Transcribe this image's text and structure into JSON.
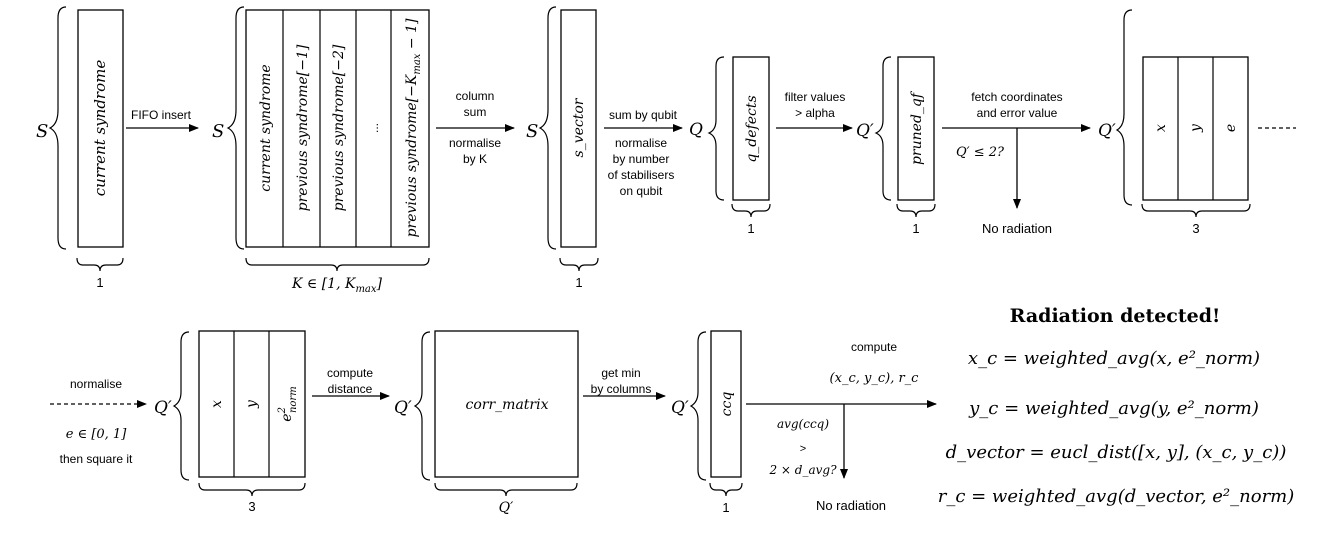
{
  "row1": {
    "s1": {
      "label": "S",
      "column": "current syndrome",
      "count": "1"
    },
    "fifo_insert": "FIFO insert",
    "s2": {
      "label": "S",
      "columns": [
        "current syndrome",
        "previous syndrome[−1]",
        "previous syndrome[−2]",
        "...",
        "previous syndrome[−K",
        "max",
        " − 1]"
      ],
      "count_prefix": "K ∈ [1, K",
      "count_sub": "max",
      "count_suffix": "]"
    },
    "column_sum": [
      "column",
      "sum"
    ],
    "normalise_by_k": [
      "normalise",
      "by K"
    ],
    "s3": {
      "label": "S",
      "column": "s_vector",
      "count": "1"
    },
    "sum_by_qubit": "sum by qubit",
    "normalise_by_stabilisers": [
      "normalise",
      "by number",
      "of stabilisers",
      "on qubit"
    ],
    "q1": {
      "label": "Q",
      "column": "q_defects",
      "count": "1"
    },
    "filter_values": [
      "filter values",
      "> alpha"
    ],
    "q2": {
      "label": "Q′",
      "column": "pruned_qf",
      "count": "1"
    },
    "fetch_coords": [
      "fetch coordinates",
      "and error value"
    ],
    "condition_q": "Q′ ≤ 2?",
    "no_radiation_1": "No radiation",
    "q3": {
      "label": "Q′",
      "columns": [
        "x",
        "y",
        "e"
      ],
      "count": "3"
    }
  },
  "row2": {
    "normalise": "normalise",
    "e_range": "e ∈ [0, 1]",
    "square_it": "then square it",
    "q4": {
      "label": "Q′",
      "columns": [
        "x",
        "y"
      ],
      "enorm_base": "e",
      "enorm_sup": "2",
      "enorm_sub": "norm",
      "count": "3"
    },
    "compute_distance": [
      "compute",
      "distance"
    ],
    "q5": {
      "label": "Q′",
      "column": "corr_matrix",
      "count": "Q′"
    },
    "get_min": [
      "get min",
      "by columns"
    ],
    "q6": {
      "label": "Q′",
      "column": "ccq",
      "count": "1"
    },
    "compute": "compute",
    "compute_params": "(x_c, y_c), r_c",
    "condition_avg": [
      "avg(ccq)",
      ">",
      "2 × d_avg?"
    ],
    "no_radiation_2": "No radiation"
  },
  "result": {
    "title": "Radiation detected!",
    "equations": [
      "x_c = weighted_avg(x, e²_norm)",
      "y_c = weighted_avg(y, e²_norm)",
      "d_vector = eucl_dist([x, y], (x_c, y_c))",
      "r_c = weighted_avg(d_vector, e²_norm)"
    ]
  }
}
